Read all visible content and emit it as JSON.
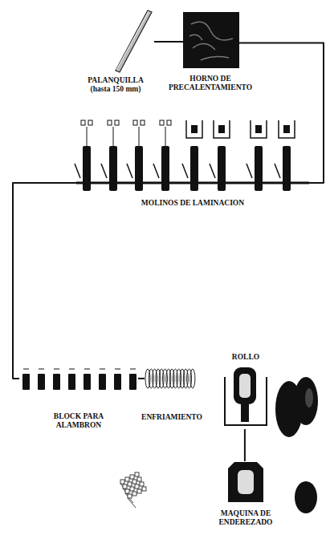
{
  "diagram": {
    "nodes": [
      {
        "text": [
          "PALANQUILLA",
          "(hasta 150 mm)"
        ]
      },
      {
        "text": [
          "HORNO DE PRECALENTAMIENTO"
        ]
      },
      {
        "text": [
          "MOLINOS DE LAMINACION"
        ]
      },
      {
        "text": [
          "BLOCK PARA ALAMBRON"
        ]
      },
      {
        "text": [
          "ENFRIAMIENTO"
        ]
      },
      {
        "text": [
          "ROLLO"
        ]
      },
      {
        "text": [
          "MAQUINA DE ENDEREZADO"
        ]
      }
    ],
    "edges": [
      {
        "from": 0,
        "to": 1,
        "arrow": "none"
      },
      {
        "from": 1,
        "to": 2,
        "arrow": "none"
      },
      {
        "from": 2,
        "to": 3,
        "arrow": "none"
      },
      {
        "from": 3,
        "to": 4,
        "arrow": "none"
      },
      {
        "from": 5,
        "to": 6,
        "arrow": "none"
      }
    ]
  }
}
